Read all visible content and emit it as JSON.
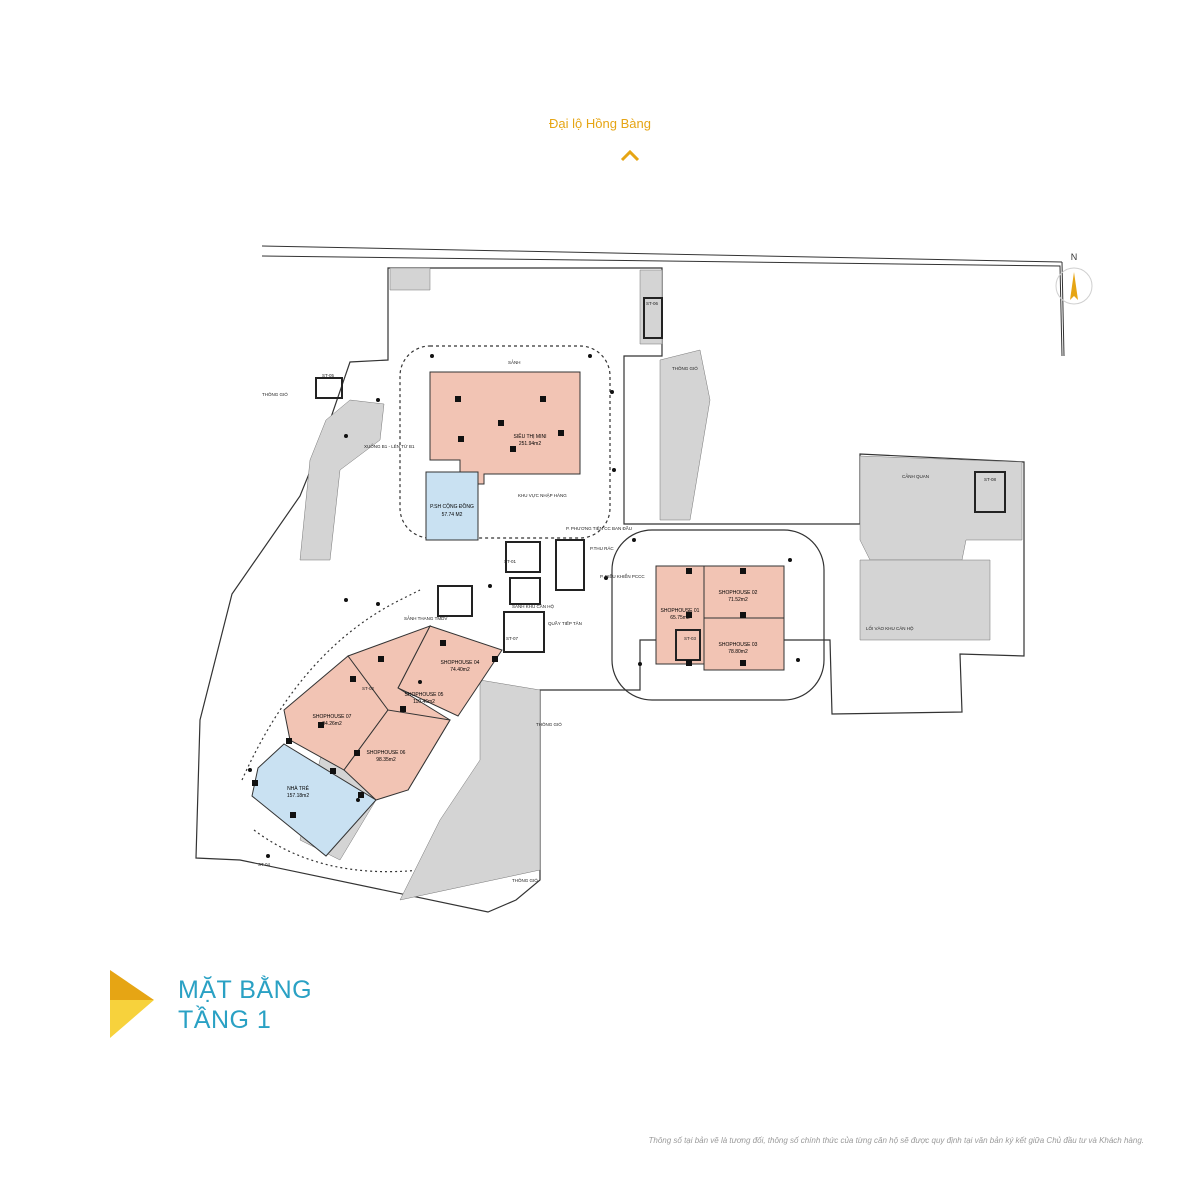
{
  "street": {
    "label": "Đại lộ Hồng Bàng"
  },
  "compass": {
    "label": "N"
  },
  "title": {
    "line1": "MẶT BẰNG",
    "line2": "TẦNG 1"
  },
  "colors": {
    "accent": "#e6a514",
    "title": "#2aa1c4",
    "shop": "#f2c4b4",
    "community": "#c9e1f2",
    "green": "#d4d4d4",
    "wall": "#222222"
  },
  "units": [
    {
      "name": "SIÊU THỊ MINI",
      "area": "251.94m2"
    },
    {
      "name": "P.SH CỘNG ĐỒNG",
      "area": "57.74 M2"
    },
    {
      "name": "SHOPHOUSE 01",
      "area": "65.75m2"
    },
    {
      "name": "SHOPHOUSE 02",
      "area": "71.52m2"
    },
    {
      "name": "SHOPHOUSE 03",
      "area": "78.80m2"
    },
    {
      "name": "SHOPHOUSE 04",
      "area": "74.40m2"
    },
    {
      "name": "SHOPHOUSE 05",
      "area": "110.46m2"
    },
    {
      "name": "SHOPHOUSE 06",
      "area": "98.35m2"
    },
    {
      "name": "SHOPHOUSE 07",
      "area": "94.26m2"
    },
    {
      "name": "NHÀ TRẺ",
      "area": "157.18m2"
    }
  ],
  "labels": {
    "sanh": "SẢNH",
    "khu_vuc_nhap_hang": "KHU VỰC NHẬP HÀNG",
    "phuong_tien": "P. PHƯƠNG TIỆN CC BAN ĐẦU",
    "p_thu_rac": "P.THU RÁC",
    "p_dieu_khien": "P. ĐIỀU KHIỂN PCCC",
    "sanh_khu_can_ho": "SẢNH KHU CĂN HỘ",
    "quay_tiep_tan": "QUẦY TIẾP TÂN",
    "sanh_thang_tmdv": "SẢNH THANG TMDV",
    "thong_gio_1": "THÔNG GIÓ",
    "thong_gio_2": "THÔNG GIÓ",
    "thong_gio_3": "THÔNG GIÓ",
    "thong_gio_4": "THÔNG GIÓ",
    "xuong_b1": "XUỐNG B1 - LÊN TỪ B1",
    "loi_vao": "LỐI VÀO KHU CĂN HỘ",
    "canh_quan": "CẢNH QUAN",
    "st_01": "ST-01",
    "st_02": "ST-02",
    "st_03": "ST-03",
    "st_04": "ST-04",
    "st_05": "ST-05",
    "st_06": "ST-06",
    "st_07": "ST-07",
    "st_08": "ST-08"
  },
  "disclaimer": "Thông số tại bản vẽ là tương đối, thông số chính thức của từng căn hộ sẽ được quy định tại văn bản ký kết giữa Chủ đầu tư và Khách hàng."
}
